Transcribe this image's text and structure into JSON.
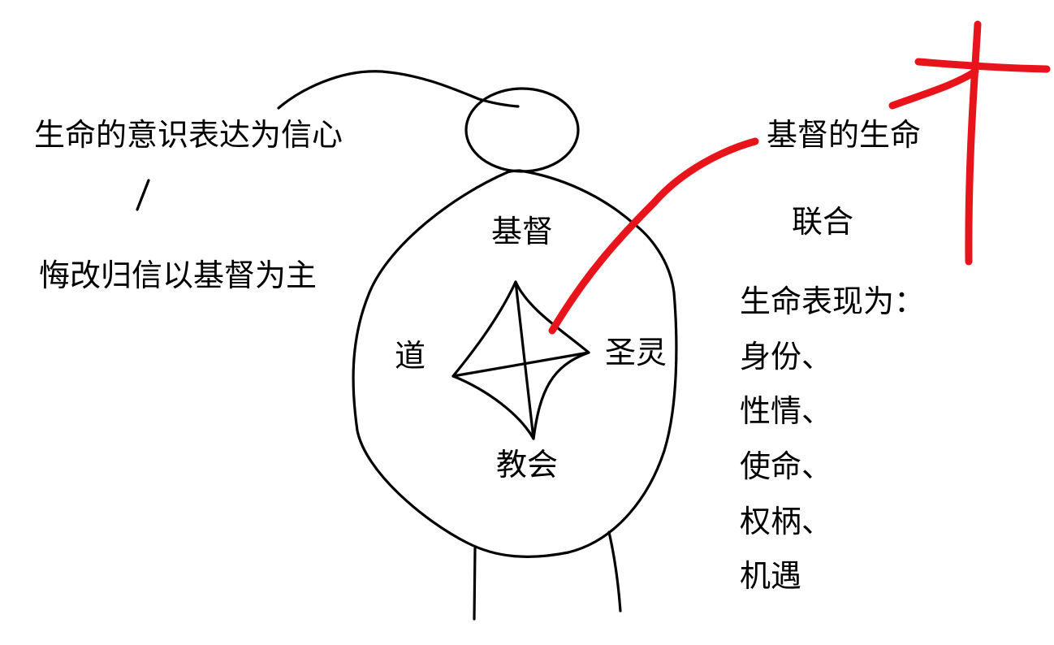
{
  "left": {
    "faith_line": "生命的意识表达为信心",
    "repent_line": "悔改归信以基督为主"
  },
  "body_labels": {
    "top": "基督",
    "left": "道",
    "right": "圣灵",
    "bottom": "教会"
  },
  "right": {
    "christ_life": "基督的生命",
    "union": "联合",
    "expression_heading": "生命表现为：",
    "expressions": [
      "身份、",
      "性情、",
      "使命、",
      "权柄、",
      "机遇"
    ]
  },
  "colors": {
    "ink": "#000000",
    "red_accent": "#e8141b",
    "background": "#ffffff"
  }
}
